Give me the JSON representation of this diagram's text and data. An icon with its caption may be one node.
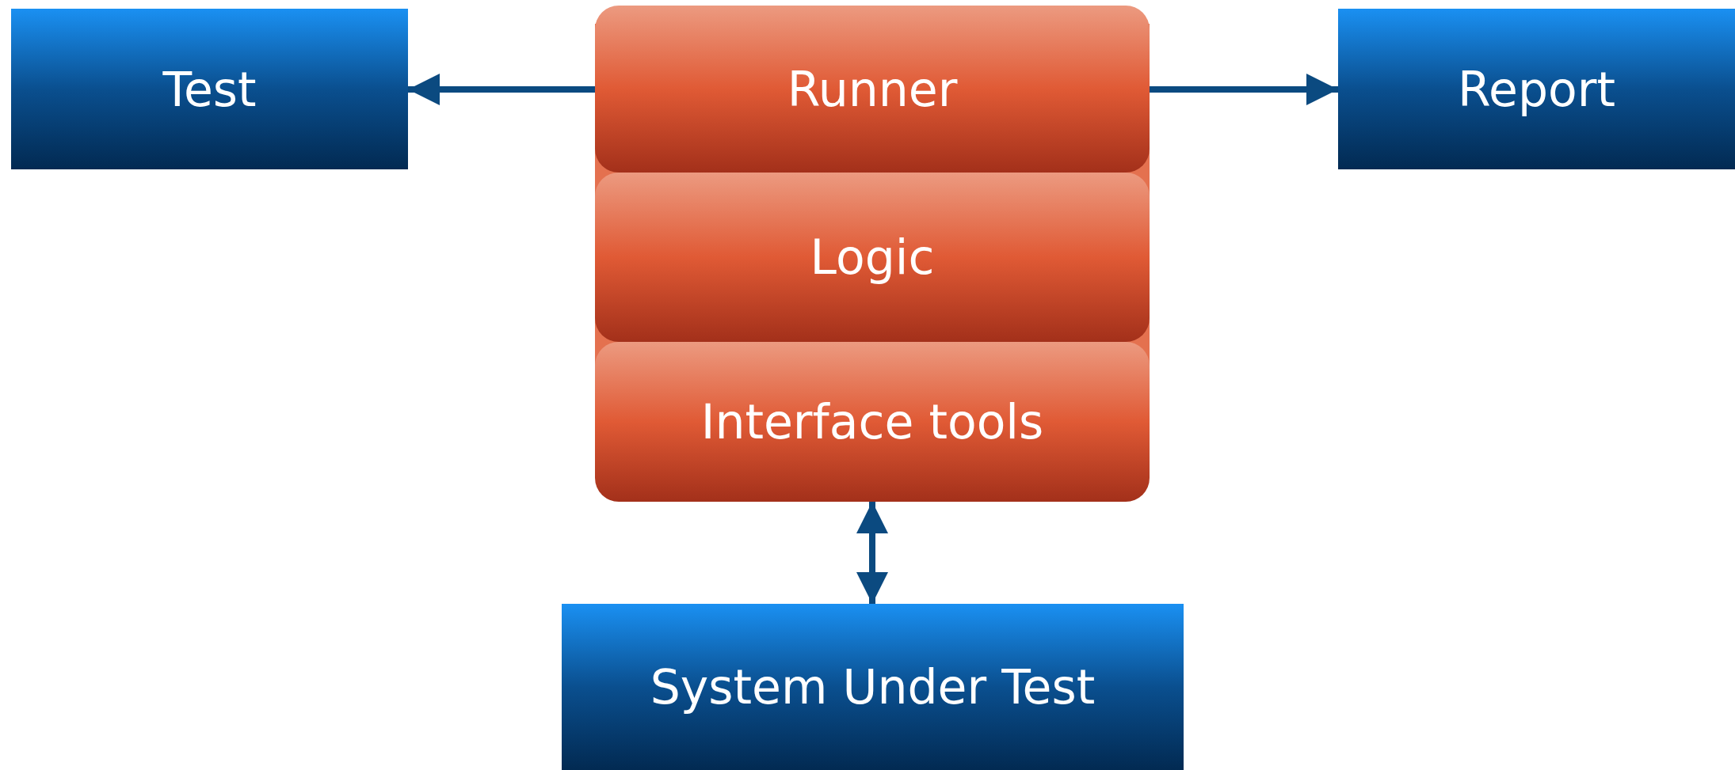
{
  "diagram": {
    "nodes": [
      {
        "text": [
          "Test"
        ]
      },
      {
        "text": [
          "Runner"
        ]
      },
      {
        "text": [
          "Logic"
        ]
      },
      {
        "text": [
          "Interface tools"
        ]
      },
      {
        "text": [
          "Report"
        ]
      },
      {
        "text": [
          "System Under Test"
        ]
      }
    ],
    "edges": [
      {
        "from": 1,
        "to": 0,
        "arrow": "to"
      },
      {
        "from": 1,
        "to": 4,
        "arrow": "to"
      },
      {
        "from": 3,
        "to": 5,
        "arrow": "both"
      }
    ]
  }
}
